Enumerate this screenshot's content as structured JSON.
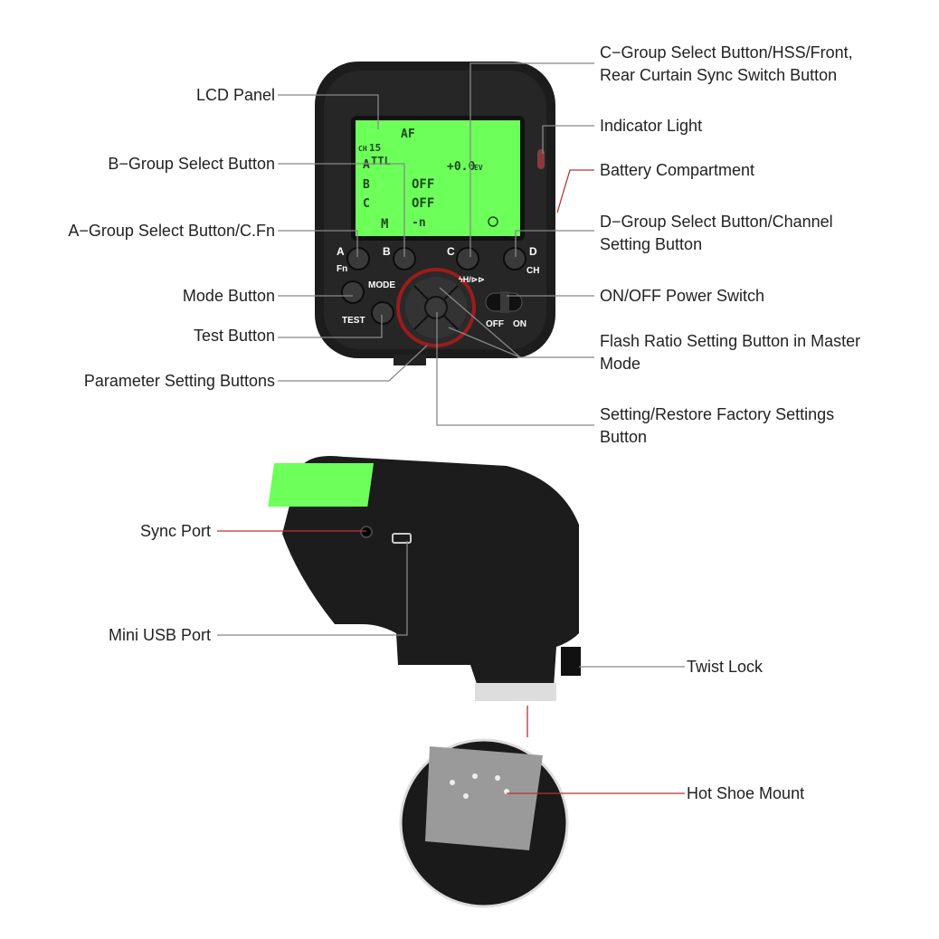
{
  "labels": {
    "lcd_panel": "LCD Panel",
    "b_group": "B−Group Select Button",
    "a_group": "A−Group Select Button/C.Fn",
    "mode_button": "Mode Button",
    "test_button": "Test Button",
    "parameter_buttons": "Parameter Setting Buttons",
    "c_group_line1": "C−Group Select Button/HSS/Front,",
    "c_group_line2": "Rear Curtain Sync Switch Button",
    "indicator_light": "Indicator Light",
    "battery": "Battery Compartment",
    "d_group_line1": "D−Group Select Button/Channel",
    "d_group_line2": "Setting Button",
    "power_switch": "ON/OFF Power Switch",
    "flash_ratio_line1": "Flash Ratio Setting Button in Master",
    "flash_ratio_line2": "Mode",
    "setting_line1": "Setting/Restore Factory Settings",
    "setting_line2": "Button",
    "sync_port": "Sync Port",
    "mini_usb": "Mini USB Port",
    "twist_lock": "Twist Lock",
    "hot_shoe": "Hot Shoe Mount"
  },
  "lcd": {
    "af": "AF",
    "ch": "CH",
    "ch_num": "15",
    "a": "A",
    "ttl": "TTL",
    "ev": "+0.0",
    "ev_unit": "EV",
    "b": "B",
    "b_val": "OFF",
    "c": "C",
    "c_val": "OFF",
    "m": "M",
    "m_val": "-n"
  },
  "buttons": {
    "a": "A",
    "a_sub": "Fn",
    "b": "B",
    "c": "C",
    "c_sub": "ϟH/⊳⊳",
    "d": "D",
    "d_sub": "CH",
    "mode": "MODE",
    "test": "TEST",
    "off": "OFF",
    "on": "ON"
  },
  "colors": {
    "lcd": "#6dff5a",
    "body": "#1c1c1c",
    "leader": "#888888",
    "accent": "#c0392b"
  }
}
